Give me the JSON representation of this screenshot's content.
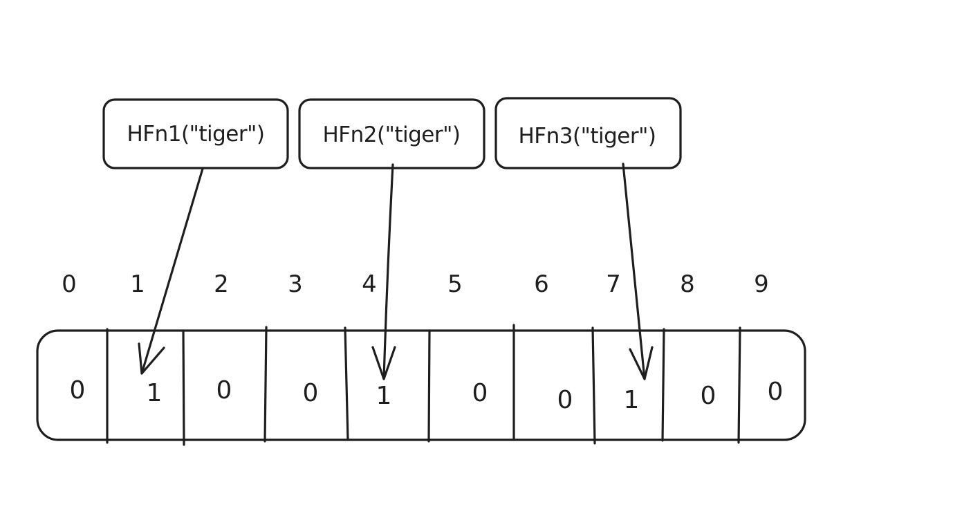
{
  "hash_functions": [
    {
      "label": "HFn1(\"tiger\")",
      "target_index": 1
    },
    {
      "label": "HFn2(\"tiger\")",
      "target_index": 4
    },
    {
      "label": "HFn3(\"tiger\")",
      "target_index": 7
    }
  ],
  "bit_array": {
    "indices": [
      "0",
      "1",
      "2",
      "3",
      "4",
      "5",
      "6",
      "7",
      "8",
      "9"
    ],
    "values": [
      "0",
      "1",
      "0",
      "0",
      "1",
      "0",
      "0",
      "1",
      "0",
      "0"
    ]
  },
  "colors": {
    "fill": "#fff08f",
    "hatch": "#fbe58a",
    "stroke": "#1e1e1e"
  }
}
